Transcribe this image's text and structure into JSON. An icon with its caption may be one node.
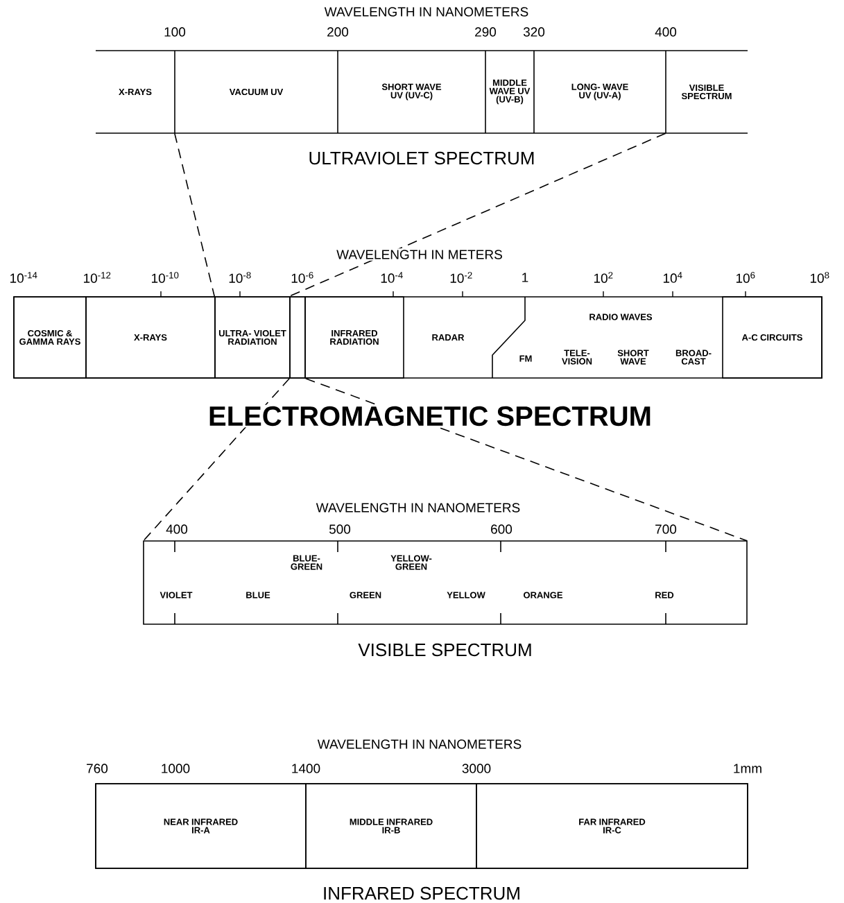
{
  "diagram": {
    "title": "ELECTROMAGNETIC SPECTRUM",
    "nodes": [
      {
        "text": [
          "ULTRAVIOLET SPECTRUM"
        ]
      },
      {
        "text": [
          "X-RAYS"
        ],
        "in": 0
      },
      {
        "text": [
          "VACUUM UV"
        ],
        "in": 0
      },
      {
        "text": [
          "SHORT WAVE UV (UV-C)"
        ],
        "in": 0
      },
      {
        "text": [
          "MIDDLE WAVE UV (UV-B)"
        ],
        "in": 0
      },
      {
        "text": [
          "LONG- WAVE UV (UV-A)"
        ],
        "in": 0
      },
      {
        "text": [
          "VISIBLE SPECTRUM"
        ],
        "in": 0
      },
      {
        "text": [],
        "shape": "box"
      },
      {
        "text": [
          "COSMIC & GAMMA RAYS"
        ],
        "in": 7
      },
      {
        "text": [
          "X-RAYS"
        ],
        "in": 7
      },
      {
        "text": [
          "ULTRA- VIOLET RADIATION"
        ],
        "in": 7
      },
      {
        "text": [],
        "shape": "box",
        "in": 7
      },
      {
        "text": [
          "INFRARED RADIATION"
        ],
        "in": 7
      },
      {
        "text": [
          "RADAR"
        ],
        "in": 7
      },
      {
        "text": [
          "RADIO WAVES",
          "FM",
          "TELE- VISION",
          "SHORT WAVE",
          "BROAD- CAST"
        ],
        "in": 7
      },
      {
        "text": [
          "A-C CIRCUITS"
        ],
        "in": 7
      },
      {
        "text": [
          "VISIBLE SPECTRUM"
        ]
      },
      {
        "text": [
          "INFRARED SPECTRUM"
        ]
      },
      {
        "text": [
          "NEAR INFRARED",
          "IR-A"
        ],
        "in": 17
      },
      {
        "text": [
          "MIDDLE INFRARED",
          "IR-B"
        ],
        "in": 17
      },
      {
        "text": [
          "FAR INFRARED",
          "IR-C"
        ],
        "in": 17
      }
    ],
    "edges": [
      {
        "from": 2,
        "to": 10,
        "arrow": "none",
        "style": "dashed"
      },
      {
        "from": 6,
        "to": 11,
        "arrow": "none",
        "style": "dashed"
      },
      {
        "from": 11,
        "to": 16,
        "arrow": "none",
        "style": "dashed"
      },
      {
        "from": 11,
        "to": 16,
        "arrow": "none",
        "style": "dashed"
      }
    ],
    "labels": [
      "WAVELENGTH IN NANOMETERS",
      "100",
      "200",
      "290",
      "320",
      "400",
      "WAVELENGTH IN METERS",
      "10$^{-14}$",
      "10$^{-12}$",
      "10$^{-10}$",
      "10$^{-8}$",
      "10$^{-6}$",
      "10$^{-4}$",
      "10$^{-2}$",
      "1",
      "10$^{2}$",
      "10$^{4}$",
      "10$^{6}$",
      "10$^{8}$",
      "WAVELENGTH IN NANOMETERS",
      "400",
      "500",
      "600",
      "700",
      "BLUE- GREEN",
      "YELLOW- GREEN",
      "VIOLET",
      "BLUE",
      "GREEN",
      "YELLOW",
      "ORANGE",
      "RED",
      "WAVELENGTH IN NANOMETERS",
      "760",
      "1000",
      "1400",
      "3000",
      "1mm"
    ]
  }
}
